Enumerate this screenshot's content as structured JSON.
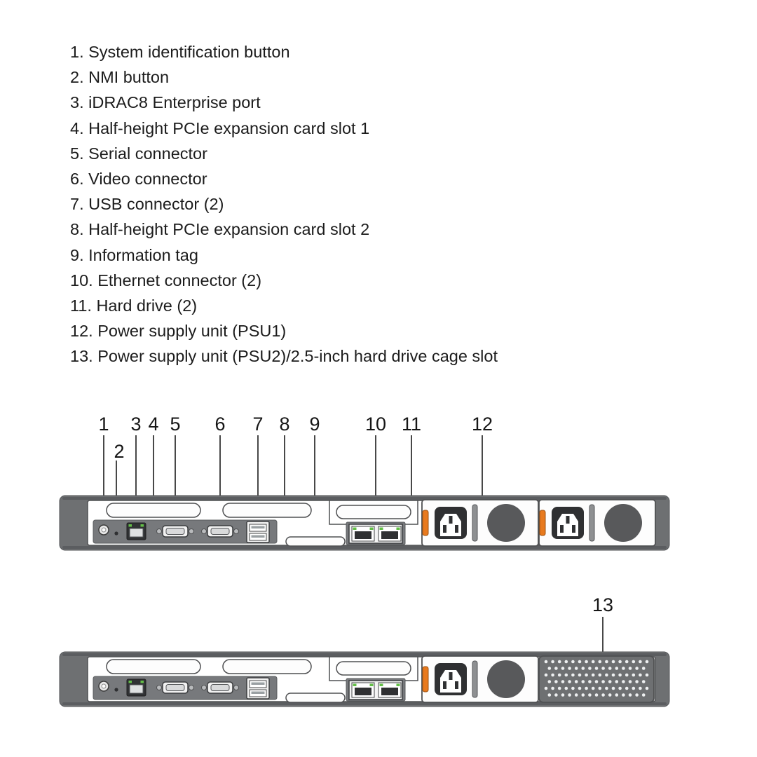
{
  "legend": {
    "items": [
      "1. System identification button",
      "2. NMI button",
      "3. iDRAC8 Enterprise port",
      "4. Half-height PCIe expansion card slot 1",
      "5. Serial connector",
      "6. Video connector",
      "7. USB connector (2)",
      "8. Half-height PCIe expansion card slot 2",
      "9. Information tag",
      "10. Ethernet connector (2)",
      "11. Hard drive (2)",
      "12. Power supply unit (PSU1)",
      "13. Power supply unit (PSU2)/2.5-inch hard drive cage slot"
    ]
  },
  "callouts": {
    "c1": "1",
    "c2": "2",
    "c3": "3",
    "c4": "4",
    "c5": "5",
    "c6": "6",
    "c7": "7",
    "c8": "8",
    "c9": "9",
    "c10": "10",
    "c11": "11",
    "c12": "12",
    "c13": "13"
  },
  "colors": {
    "chassis_gray": "#6e7072",
    "panel_outline": "#4f5052",
    "board_gray": "#77797c",
    "dark_port": "#2f3032",
    "led_green": "#63bf47",
    "psu_clip_orange": "#e87a1e",
    "fan_gray": "#58595b",
    "line_black": "#1a1a1a"
  }
}
